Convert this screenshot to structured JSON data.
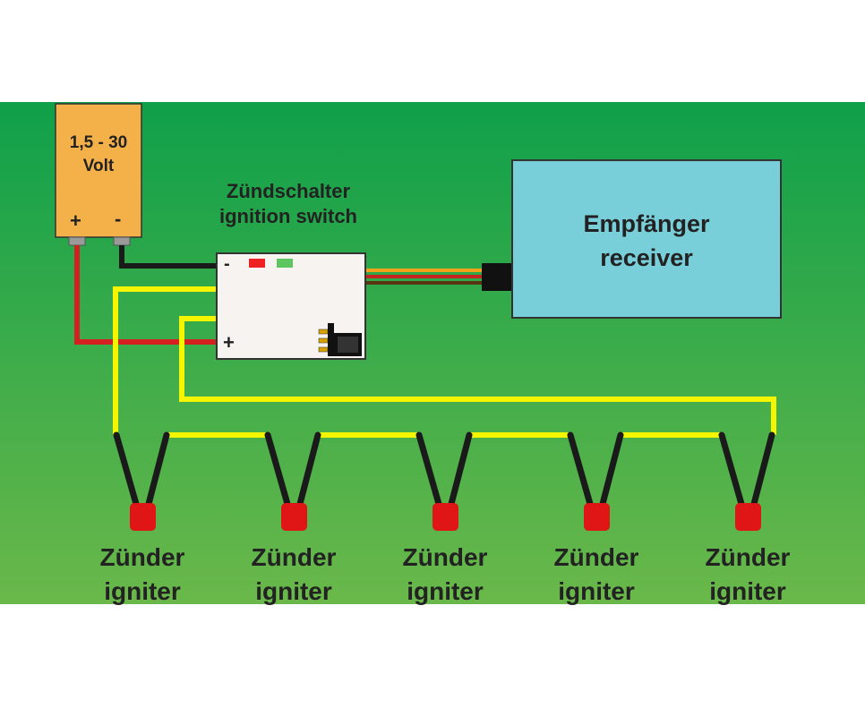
{
  "battery": {
    "line1": "1,5 - 30",
    "line2": "Volt",
    "plus": "+",
    "minus": "-"
  },
  "ignition_switch": {
    "title_de": "Zündschalter",
    "title_en": "ignition switch",
    "minus": "-",
    "plus": "+"
  },
  "receiver": {
    "title_de": "Empfänger",
    "title_en": "receiver"
  },
  "igniters": [
    {
      "de": "Zünder",
      "en": "igniter"
    },
    {
      "de": "Zünder",
      "en": "igniter"
    },
    {
      "de": "Zünder",
      "en": "igniter"
    },
    {
      "de": "Zünder",
      "en": "igniter"
    },
    {
      "de": "Zünder",
      "en": "igniter"
    }
  ],
  "colors": {
    "background_top": "#0fa04a",
    "background_bottom": "#6ab84a",
    "battery": "#f5b149",
    "receiver": "#79cfd9",
    "switch_body": "#f7f3f1",
    "wire_yellow": "#f5f500",
    "wire_red": "#d42020",
    "wire_black": "#1a1a1a",
    "igniter_head": "#e01515",
    "led_red": "#ee2222",
    "led_green": "#5ec65e"
  }
}
